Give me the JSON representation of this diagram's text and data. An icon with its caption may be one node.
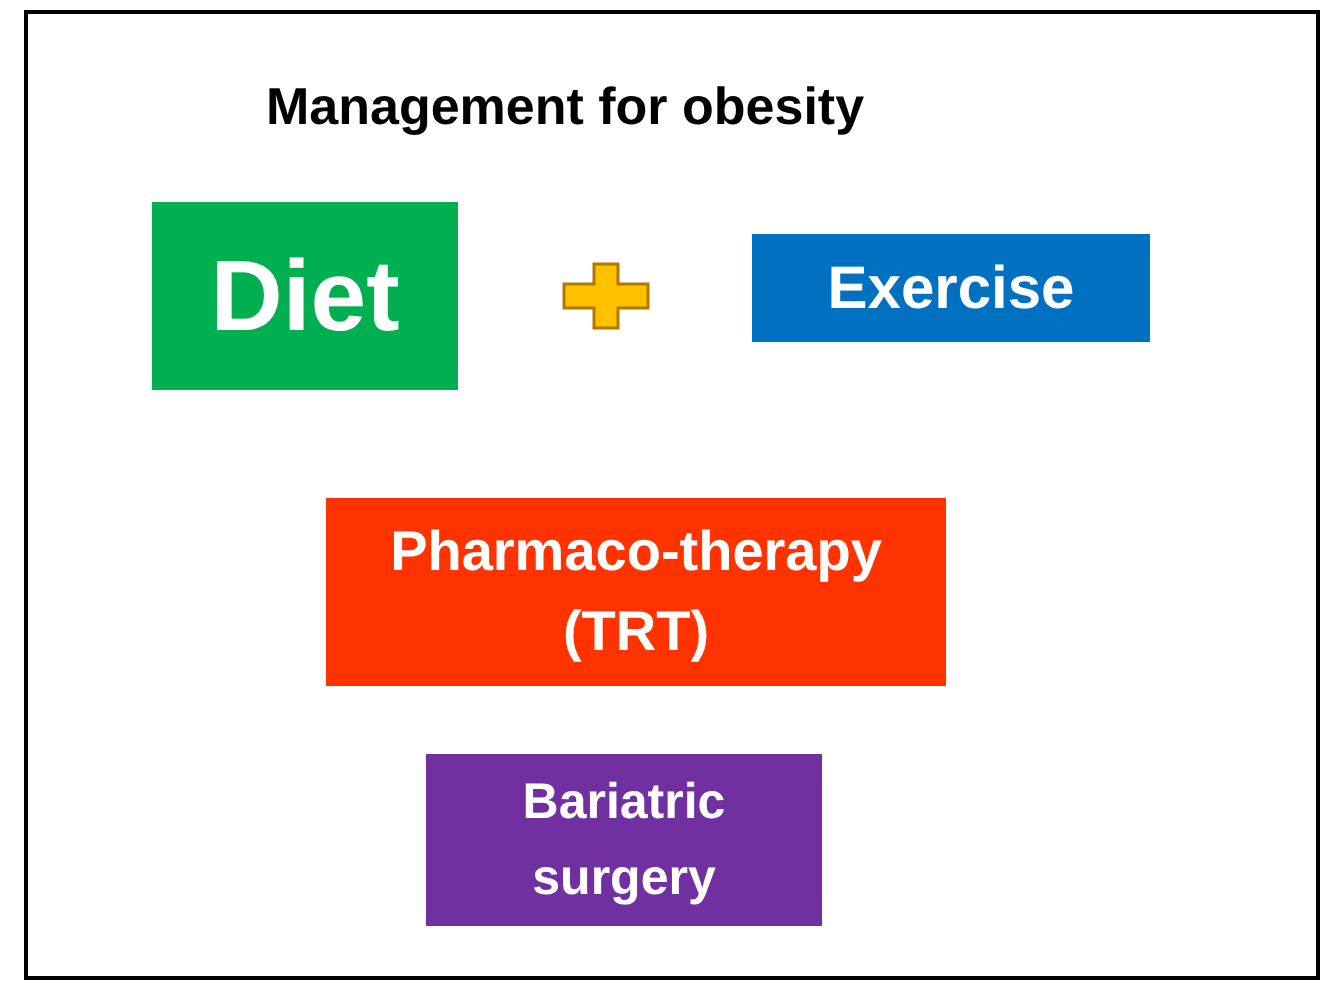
{
  "diagram": {
    "title": "Management for obesity",
    "nodes": [
      {
        "text": [
          "Diet"
        ]
      },
      {
        "text": [
          "Exercise"
        ]
      },
      {
        "text": [
          "Pharmaco-therapy (TRT)"
        ]
      },
      {
        "text": [
          "Bariatric surgery"
        ]
      }
    ]
  }
}
